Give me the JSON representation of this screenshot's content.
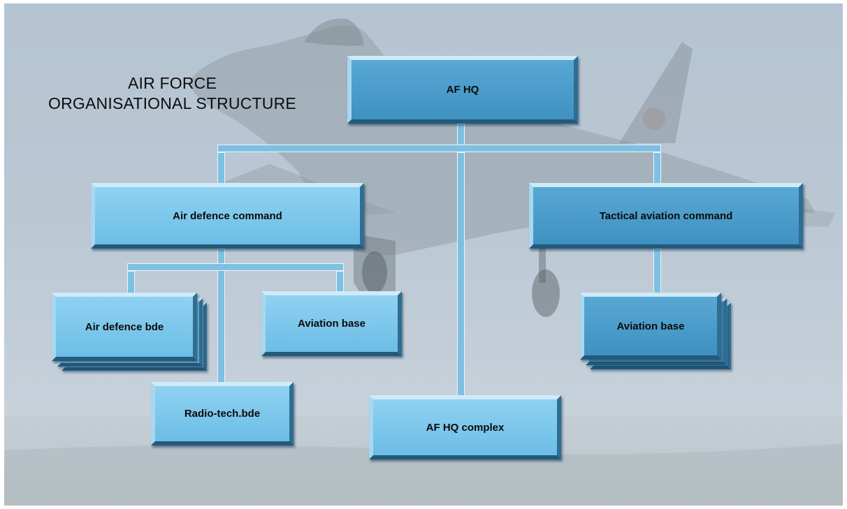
{
  "title": {
    "line1": "AIR FORCE",
    "line2": "ORGANISATIONAL  STRUCTURE"
  },
  "nodes": {
    "af_hq": "AF HQ",
    "air_defence_command": "Air defence command",
    "tactical_aviation_command": "Tactical aviation command",
    "air_defence_bde": "Air defence bde",
    "aviation_base_left": "Aviation base",
    "aviation_base_right": "Aviation base",
    "radio_tech_bde": "Radio-tech.bde",
    "af_hq_complex": "AF HQ complex"
  },
  "colors": {
    "box_light": "#6cbde6",
    "box_dark": "#4196c6",
    "connector": "#7fc0e2",
    "background": "#bac7d3"
  }
}
